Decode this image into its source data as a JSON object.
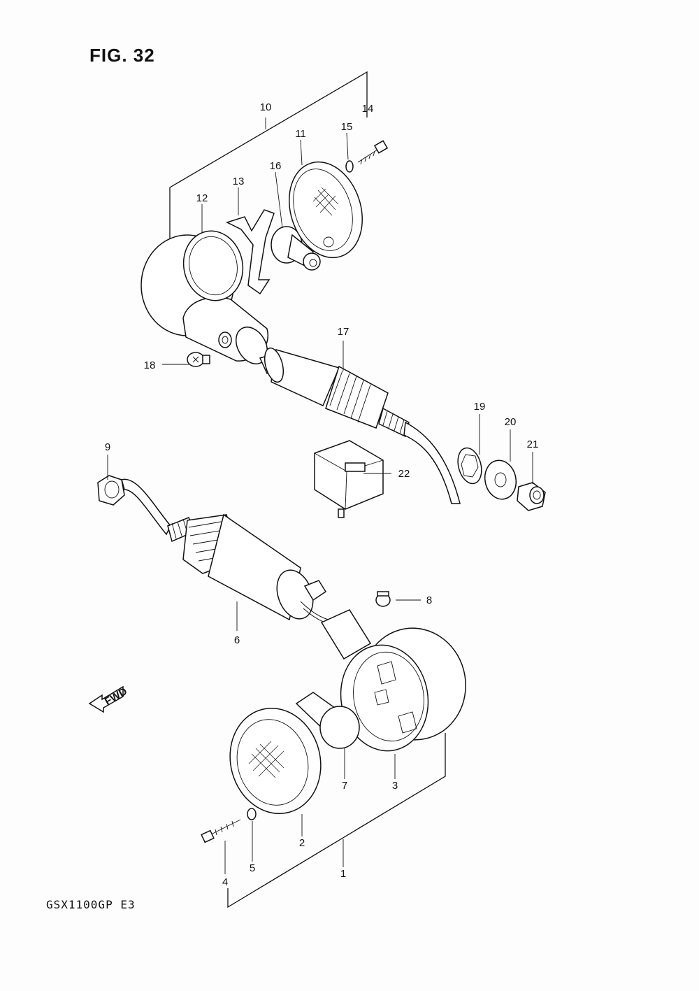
{
  "figure": {
    "title": "FIG. 32",
    "model": "GSX1100GP  E3",
    "fwd_label": "FWD"
  },
  "callouts": {
    "c1": "1",
    "c2": "2",
    "c3": "3",
    "c4": "4",
    "c5": "5",
    "c6": "6",
    "c7": "7",
    "c8": "8",
    "c9": "9",
    "c10": "10",
    "c11": "11",
    "c12": "12",
    "c13": "13",
    "c14": "14",
    "c15": "15",
    "c16": "16",
    "c17": "17",
    "c18": "18",
    "c19": "19",
    "c20": "20",
    "c21": "21",
    "c22": "22"
  }
}
